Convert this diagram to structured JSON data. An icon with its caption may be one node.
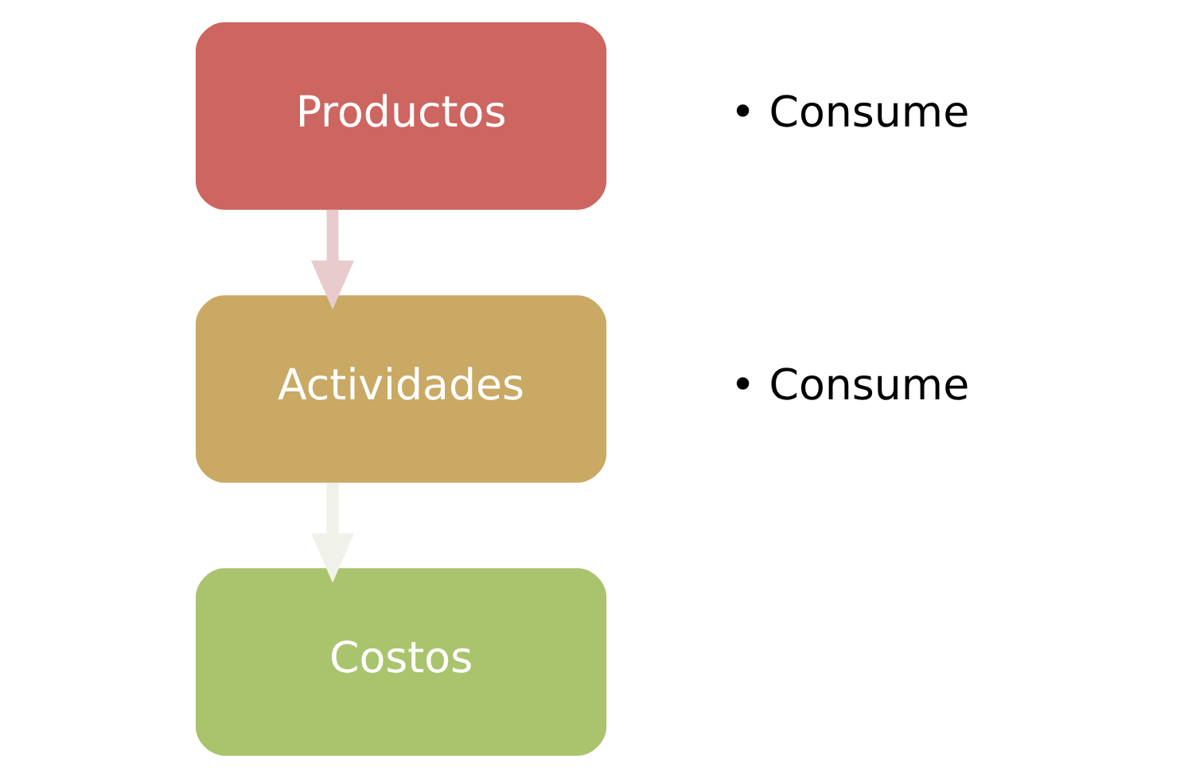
{
  "diagram": {
    "nodes": [
      {
        "text": [
          "Productos"
        ],
        "beside": [
          "• Consume"
        ]
      },
      {
        "text": [
          "Actividades"
        ],
        "beside": [
          "• Consume"
        ]
      },
      {
        "text": [
          "Costos"
        ]
      }
    ],
    "edges": [
      {
        "from": 0,
        "to": 1,
        "arrow": "to",
        "color": "#e8cccd"
      },
      {
        "from": 1,
        "to": 2,
        "arrow": "to",
        "color": "#f0f2ea"
      }
    ]
  }
}
